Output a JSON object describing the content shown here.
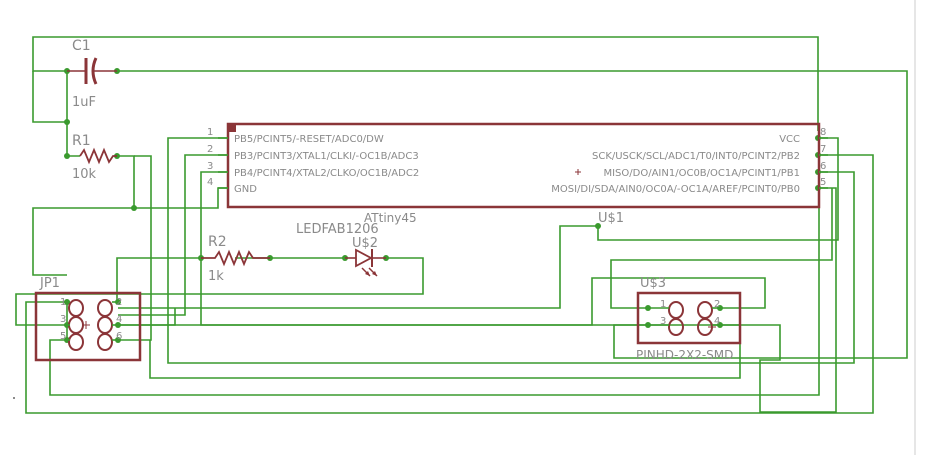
{
  "components": {
    "c1": {
      "name": "C1",
      "value": "1uF"
    },
    "r1": {
      "name": "R1",
      "value": "10k"
    },
    "r2": {
      "name": "R2",
      "value": "1k"
    },
    "led": {
      "name": "U$2",
      "package": "LEDFAB1206"
    },
    "header_right": {
      "name": "U$1"
    },
    "attiny": {
      "name": "ATtiny45",
      "left_pins": [
        {
          "num": "1",
          "label": "PB5/PCINT5/-RESET/ADC0/DW"
        },
        {
          "num": "2",
          "label": "PB3/PCINT3/XTAL1/CLKI/-OC1B/ADC3"
        },
        {
          "num": "3",
          "label": "PB4/PCINT4/XTAL2/CLKO/OC1B/ADC2"
        },
        {
          "num": "4",
          "label": "GND"
        }
      ],
      "right_pins": [
        {
          "num": "8",
          "label": "VCC"
        },
        {
          "num": "7",
          "label": "SCK/USCK/SCL/ADC1/T0/INT0/PCINT2/PB2"
        },
        {
          "num": "6",
          "label": "MISO/DO/AIN1/OC0B/OC1A/PCINT1/PB1"
        },
        {
          "num": "5",
          "label": "MOSI/DI/SDA/AIN0/OC0A/-OC1A/AREF/PCINT0/PB0"
        }
      ]
    },
    "jp1": {
      "name": "JP1",
      "pins": [
        "1",
        "2",
        "3",
        "4",
        "5",
        "6"
      ]
    },
    "u3": {
      "name": "U$3",
      "package": "PINHD-2X2-SMD",
      "pins": [
        "1",
        "2",
        "3",
        "4"
      ]
    }
  }
}
